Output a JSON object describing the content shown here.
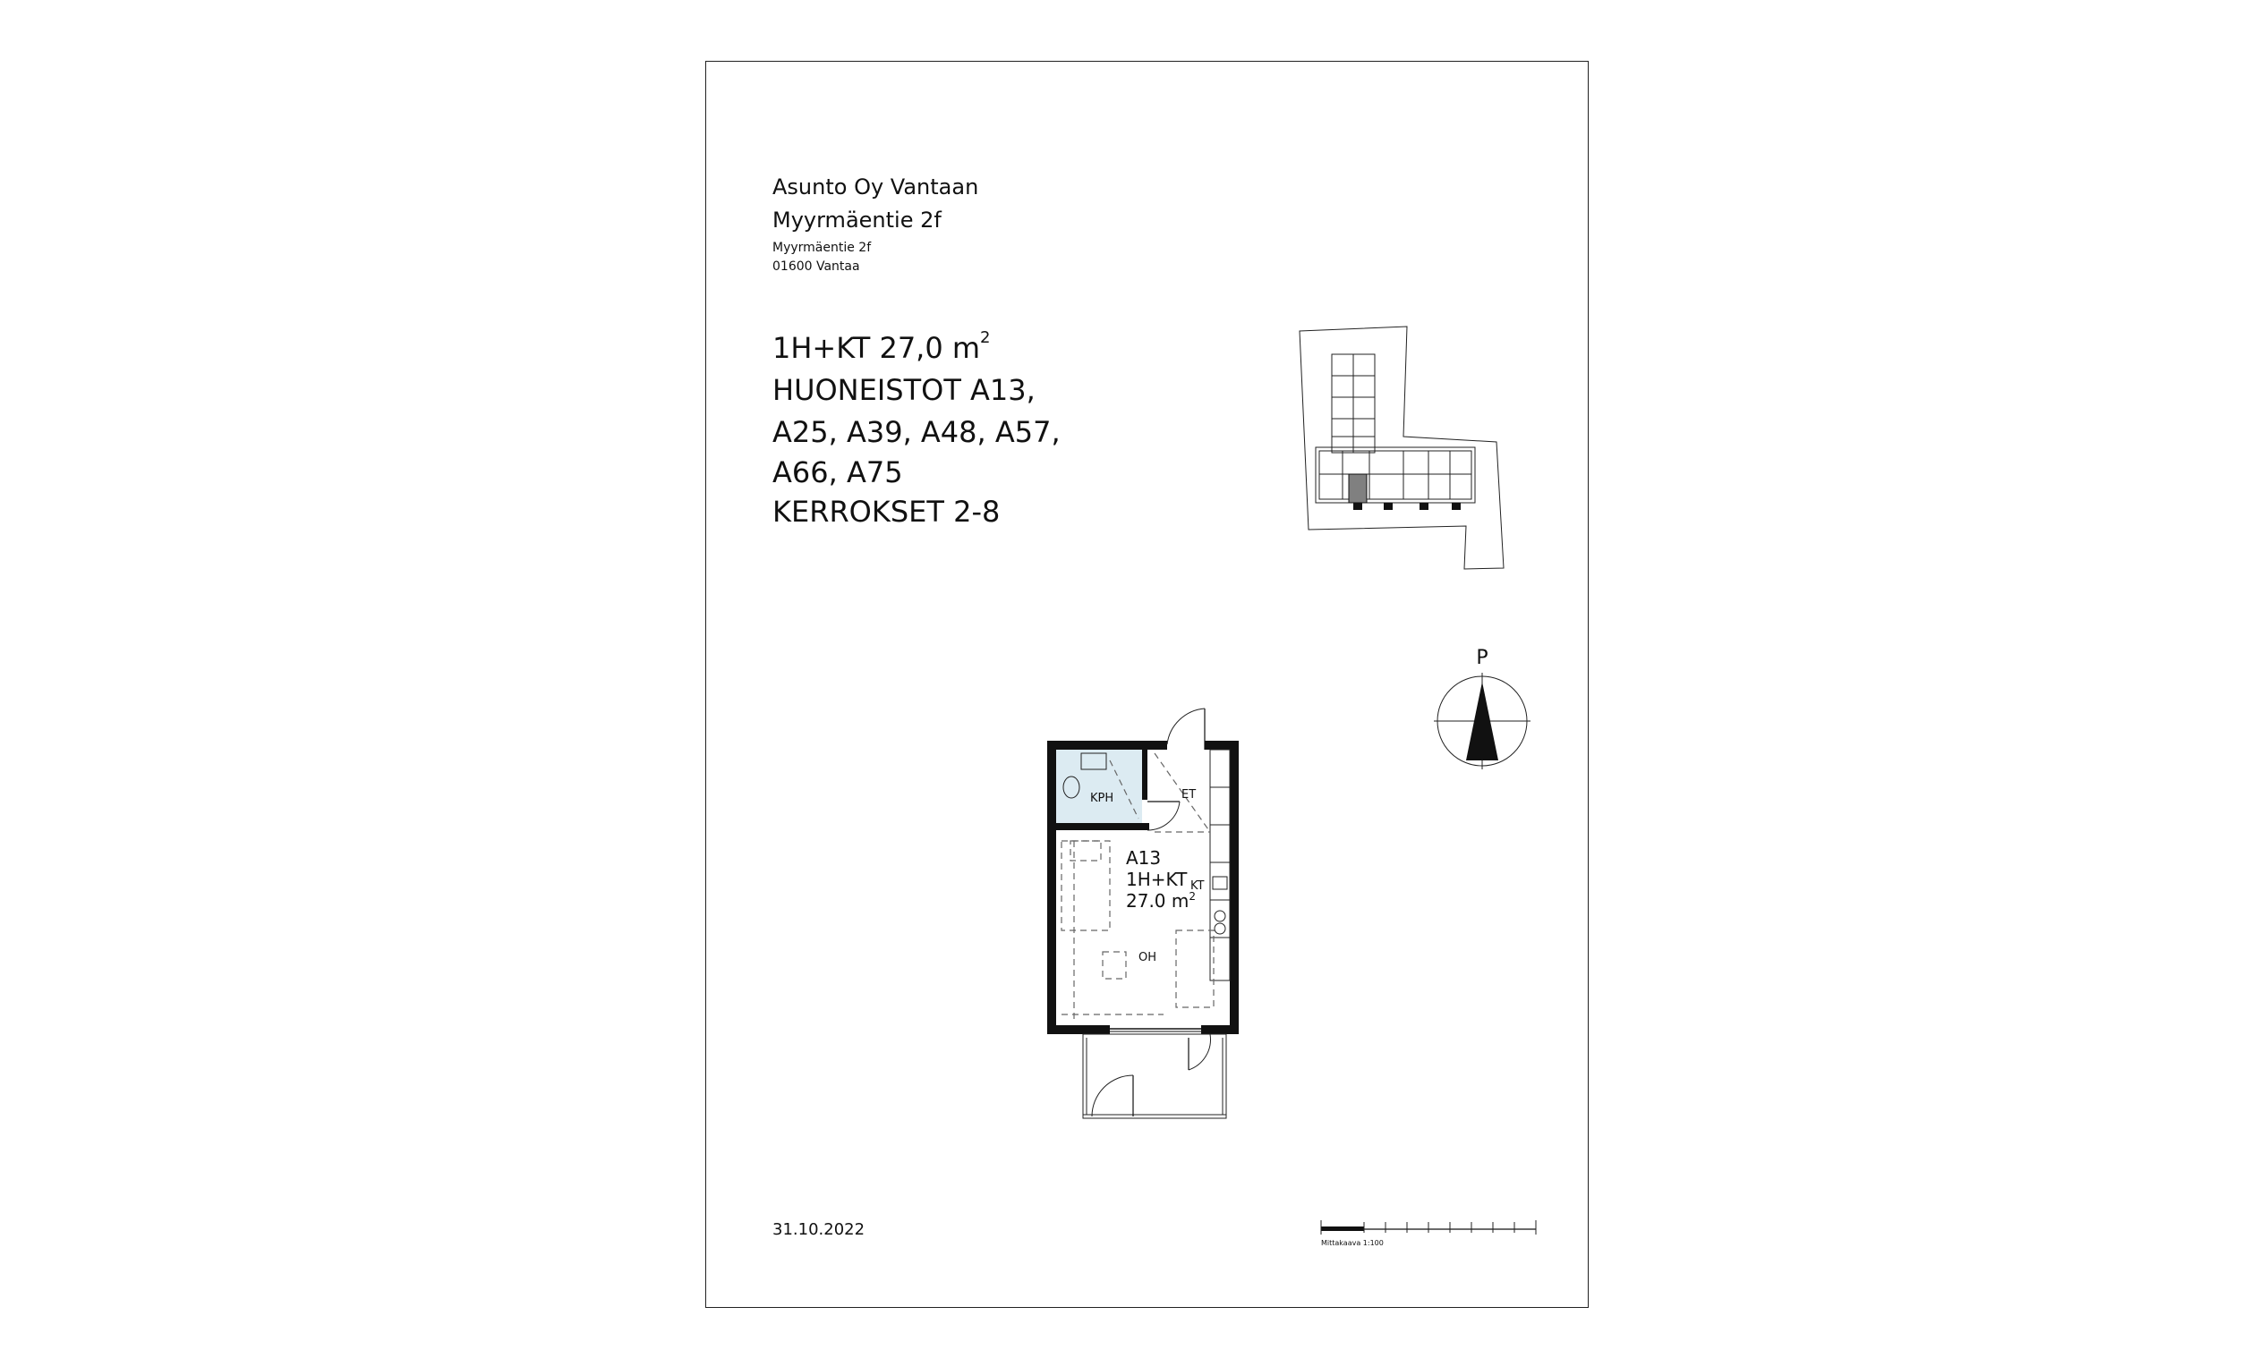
{
  "header": {
    "company": "Asunto Oy Vantaan",
    "street_title": "Myyrmäentie 2f",
    "address_line1": "Myyrmäentie 2f",
    "address_line2": "01600 Vantaa"
  },
  "apartment": {
    "type_area": "1H+KT 27,0 m",
    "area_superscript": "2",
    "line2": "HUONEISTOT A13,",
    "line3": "A25, A39, A48, A57,",
    "line4": "A66, A75",
    "line5": "KERROKSET 2-8"
  },
  "plan": {
    "unit_id": "A13",
    "unit_type": "1H+KT",
    "unit_area": "27.0 m",
    "unit_area_sup": "2",
    "room_bath": "KPH",
    "room_hall": "ET",
    "room_kitchen": "KT",
    "room_living": "OH"
  },
  "compass": {
    "label": "P"
  },
  "scale": {
    "label": "Mittakaava 1:100"
  },
  "footer": {
    "date": "31.10.2022"
  },
  "colors": {
    "bath_tint": "#dcebf2",
    "highlight_unit": "#808080",
    "wall": "#111111"
  }
}
